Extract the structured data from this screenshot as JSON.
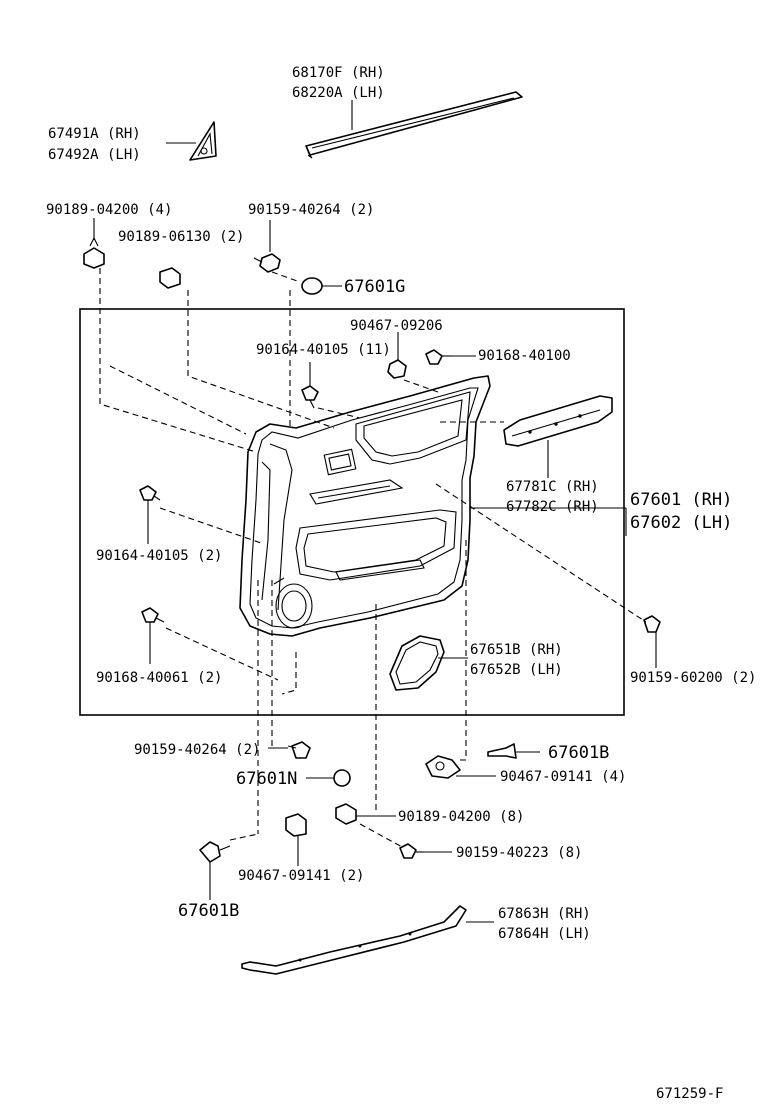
{
  "diagram": {
    "labels": {
      "belt_moulding_rh": "68170F (RH)",
      "belt_moulding_lh": "68220A (LH)",
      "corner_cover_rh": "67491A (RH)",
      "corner_cover_lh": "67492A (LH)",
      "clip_90189_04200_4": "90189-04200 (4)",
      "screw_90159_40264_top": "90159-40264 (2)",
      "clip_90189_06130": "90189-06130 (2)",
      "cap_67601G": "67601G",
      "clip_90467_09206": "90467-09206",
      "screw_90164_40105_11": "90164-40105 (11)",
      "screw_90168_40100": "90168-40100",
      "armrest_rh": "67781C (RH)",
      "armrest_rh2": "67782C (RH)",
      "trim_board_rh": "67601 (RH)",
      "trim_board_lh": "67602 (LH)",
      "screw_90164_40105_2": "90164-40105 (2)",
      "grille_rh": "67651B (RH)",
      "grille_lh": "67652B (LH)",
      "screw_90168_40061": "90168-40061 (2)",
      "screw_90159_60200": "90159-60200 (2)",
      "screw_90159_40264_bottom": "90159-40264 (2)",
      "cap_67601N": "67601N",
      "cap_67601B_right": "67601B",
      "clip_90467_09141_4": "90467-09141 (4)",
      "clip_90189_04200_8": "90189-04200 (8)",
      "screw_90159_40223": "90159-40223 (8)",
      "clip_90467_09141_2": "90467-09141 (2)",
      "cap_67601B_left": "67601B",
      "weatherstrip_rh": "67863H (RH)",
      "weatherstrip_lh": "67864H (LH)",
      "figure_code": "671259-F"
    }
  }
}
